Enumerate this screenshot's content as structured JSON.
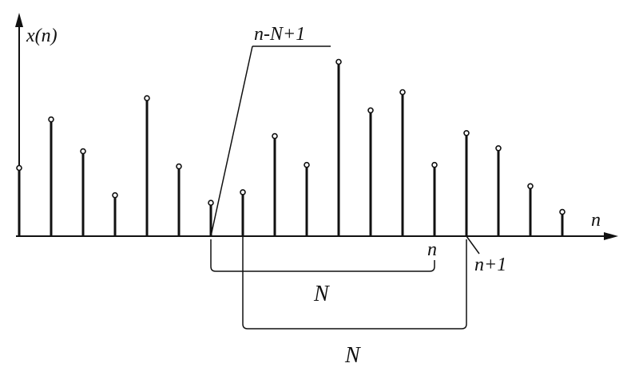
{
  "labels": {
    "y_axis": "x(n)",
    "x_axis": "n",
    "window_start": "n-N+1",
    "n_marker": "n",
    "n_plus_one": "n+1",
    "brace_upper": "N",
    "brace_lower": "N"
  },
  "samples": [
    0.45,
    0.77,
    0.56,
    0.27,
    0.91,
    0.46,
    0.22,
    0.29,
    0.66,
    0.47,
    1.15,
    0.83,
    0.95,
    0.47,
    0.68,
    0.58,
    0.33,
    0.16
  ],
  "colors": {
    "ink": "#111111",
    "background": "#ffffff"
  }
}
